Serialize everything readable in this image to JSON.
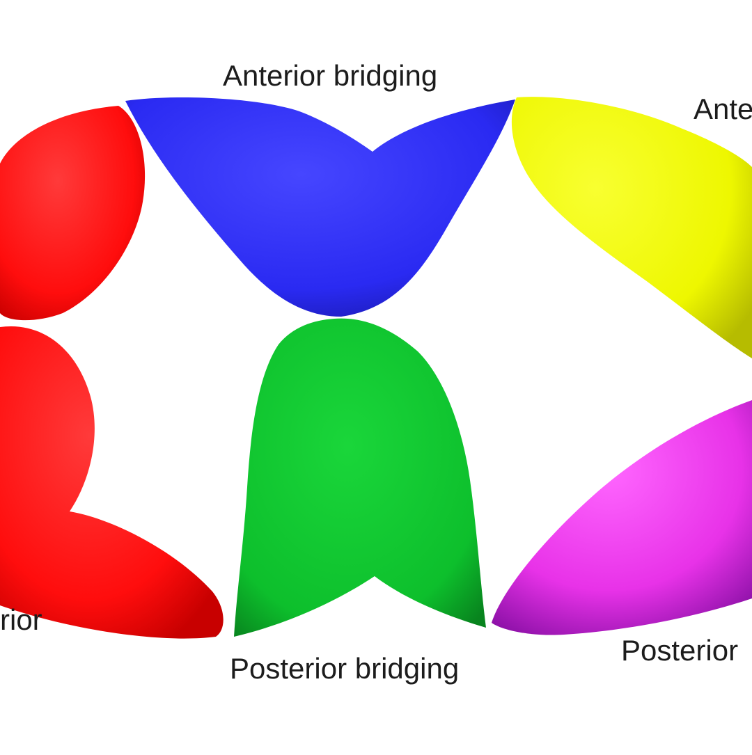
{
  "labels": {
    "anterior_bridging": "Anterior bridging",
    "anterior_right_partial": "Ante",
    "posterior_left_partial": "rior",
    "posterior_bridging": "Posterior bridging",
    "posterior_right_partial": "Posterior"
  },
  "colors": {
    "red_segment": "#ff1010",
    "blue_segment": "#2f2ff5",
    "green_segment": "#0fc32f",
    "yellow_segment": "#f2fa08",
    "magenta_segment": "#ee33ee",
    "background": "#ffffff"
  }
}
